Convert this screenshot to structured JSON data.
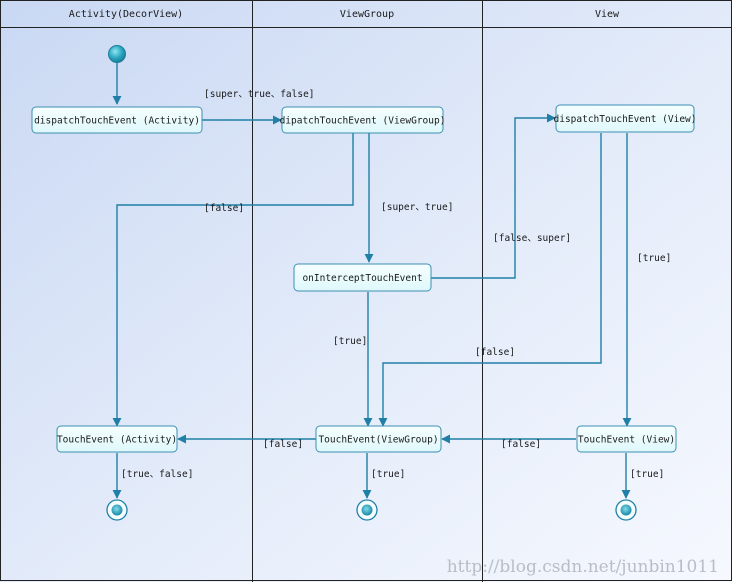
{
  "lanes": [
    {
      "title": "Activity(DecorView)"
    },
    {
      "title": "ViewGroup"
    },
    {
      "title": "View"
    }
  ],
  "nodes": {
    "dispatch_activity": "dispatchTouchEvent (Activity)",
    "dispatch_viewgroup": "dipatchTouchEvent (ViewGroup)",
    "dispatch_view": "dispatchTouchEvent (View)",
    "intercept": "onInterceptTouchEvent",
    "touch_activity": "TouchEvent (Activity)",
    "touch_viewgroup": "TouchEvent(ViewGroup)",
    "touch_view": "TouchEvent (View)"
  },
  "edge_labels": {
    "super_true_false": "[super、true、false]",
    "vg_false": "[false]",
    "vg_super_true": "[super、true]",
    "false_super": "[false、super]",
    "view_true": "[true]",
    "intercept_true": "[true]",
    "view_false": "[false]",
    "tv_false": "[false]",
    "tvg_false": "[false]",
    "ta_true_false": "[true、false]",
    "tvg_true": "[true]",
    "tv_true": "[true]"
  },
  "watermark": "http://blog.csdn.net/junbin1011",
  "colors": {
    "line": "#1f7fa6",
    "node_border": "#3d8fb0",
    "node_fill": "#e9fcff",
    "lane_border": "#222222"
  }
}
